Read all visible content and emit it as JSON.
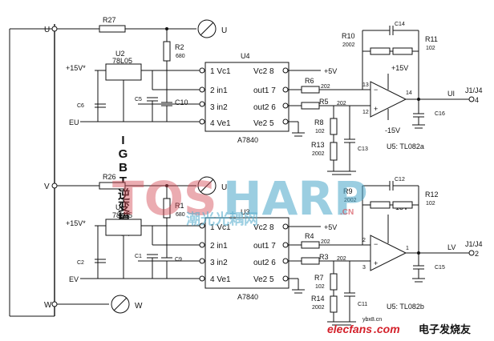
{
  "module_label": "IGBT逆变模块",
  "terminals": {
    "u": "U",
    "v": "V",
    "w": "W"
  },
  "top": {
    "chip": "U4",
    "chip_part": "A7840",
    "regulator": "U2",
    "regulator_part": "78L05",
    "supply_in": "+15V*",
    "ref": "EU",
    "r27": "R27",
    "r2": "R2",
    "r2_val": "680",
    "c6": "C6",
    "c5": "C5",
    "c10": "C10",
    "pins_left": [
      "1 Vc1",
      "2 in1",
      "3 in2",
      "4 Ve1"
    ],
    "pins_right": [
      "Vc2 8",
      "out1 7",
      "out2 6",
      "Ve2 5"
    ],
    "v5": "+5V",
    "r6": "R6",
    "r6_val": "202",
    "r5": "R5",
    "r5_val": "202",
    "r8": "R8",
    "r8_val": "102",
    "r13": "R13",
    "r13_val": "2002",
    "c13": "C13",
    "r10": "R10",
    "r10_val": "2002",
    "c14": "C14",
    "r11": "R11",
    "r11_val": "102",
    "pos15": "+15V",
    "neg15": "-15V",
    "op_pin13": "13",
    "op_pin12": "12",
    "op_pin14": "14",
    "c16": "C16",
    "out_label": "UI",
    "conn": "J1/J4",
    "conn_pin": "4",
    "amp": "U5: TL082a",
    "sensor": "U"
  },
  "bottom": {
    "chip": "U3",
    "chip_part": "A7840",
    "regulator": "U1",
    "regulator_part": "78L05",
    "supply_in": "+15V*",
    "ref": "EV",
    "r26": "R26",
    "r1": "R1",
    "r1_val": "680",
    "c2": "C2",
    "c1": "C1",
    "c9": "C9",
    "pins_left": [
      "1 Vc1",
      "2 in1",
      "3 in2",
      "4 Ve1"
    ],
    "pins_right": [
      "Vc2 8",
      "out1 7",
      "out2 6",
      "Ve2 5"
    ],
    "v5": "+5V",
    "r4": "R4",
    "r4_val": "202",
    "r3": "R3",
    "r3_val": "202",
    "r7": "R7",
    "r7_val": "102",
    "r14": "R14",
    "r14_val": "2002",
    "c11": "C11",
    "r9": "R9",
    "r9_val": "2002",
    "c12": "C12",
    "r12": "R12",
    "r12_val": "102",
    "neg15": "-15V",
    "op_pin2": "2",
    "op_pin3": "3",
    "op_pin1": "1",
    "c15": "C15",
    "out_label": "LV",
    "conn": "J1/J4",
    "conn_pin": "2",
    "amp": "U5: TL082b",
    "sensor": "U"
  },
  "w_sensor": "W",
  "watermark": {
    "main_a": "TOS",
    "main_b": "HARP",
    "cn": ".CN",
    "sub": "潮光光耦网",
    "site": "elecfans",
    "site_dot": ".com",
    "site_cn": "电子发烧友",
    "tag": "ybx8.cn"
  },
  "colors": {
    "wire": "#111111",
    "wm_red": "#d44a55",
    "wm_blue": "#4aa7c9",
    "brand": "#d4202a"
  }
}
